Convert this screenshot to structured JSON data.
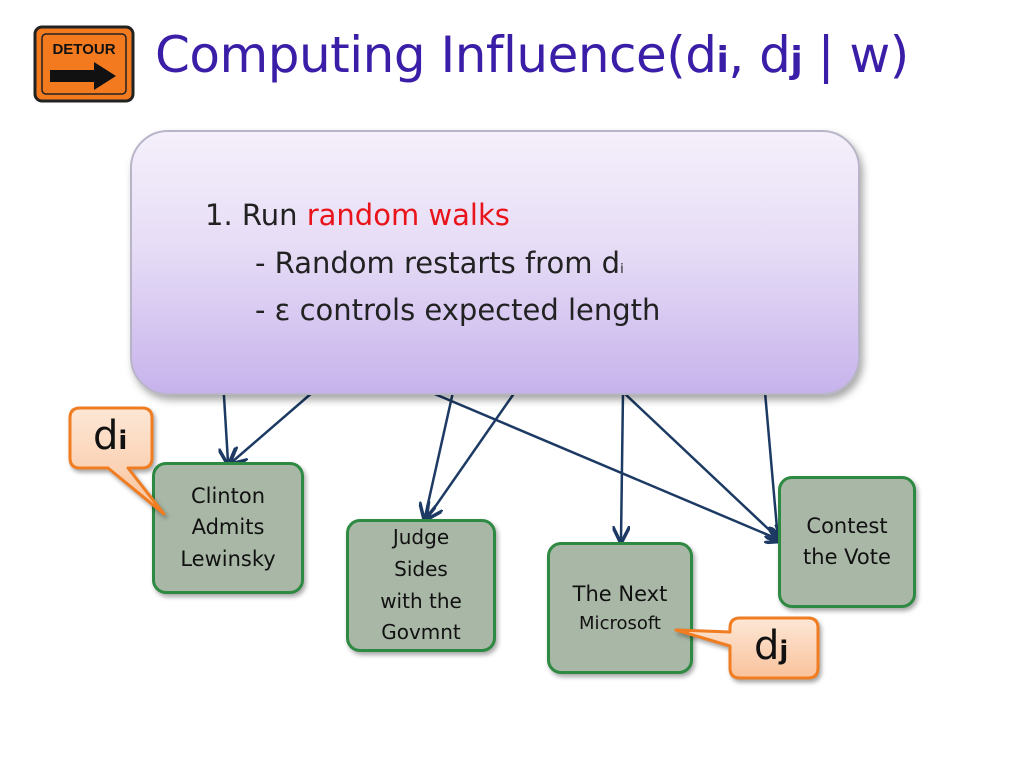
{
  "title": {
    "main": "Computing Influence(d",
    "sub_i": "i",
    "mid": ", d",
    "sub_j": "j",
    "tail": " | w)"
  },
  "logo": {
    "text": "DETOUR",
    "icon": "detour-sign-icon"
  },
  "box": {
    "line1_prefix": "1. Run ",
    "line1_highlight": "random walks",
    "line2_prefix": "- Random restarts from d",
    "line2_sub": "i",
    "line3": "- ε controls expected length"
  },
  "nodes": {
    "clinton": [
      "Clinton",
      "Admits",
      "Lewinsky"
    ],
    "judge": [
      "Judge",
      "Sides",
      "with the",
      "Govmnt"
    ],
    "microsoft": [
      "The Next",
      "Microsoft"
    ],
    "contest": [
      "Contest",
      "the Vote"
    ]
  },
  "callouts": {
    "di": {
      "base": "d",
      "sub": "i"
    },
    "dj": {
      "base": "d",
      "sub": "j"
    }
  },
  "colors": {
    "title": "#3b1ea8",
    "highlight": "#e8141a",
    "node_fill": "#a9b8a6",
    "node_border": "#2e8a43",
    "callout_fill": "#fbd3b6",
    "callout_border": "#f07d22",
    "arrow": "#1c3a63"
  }
}
